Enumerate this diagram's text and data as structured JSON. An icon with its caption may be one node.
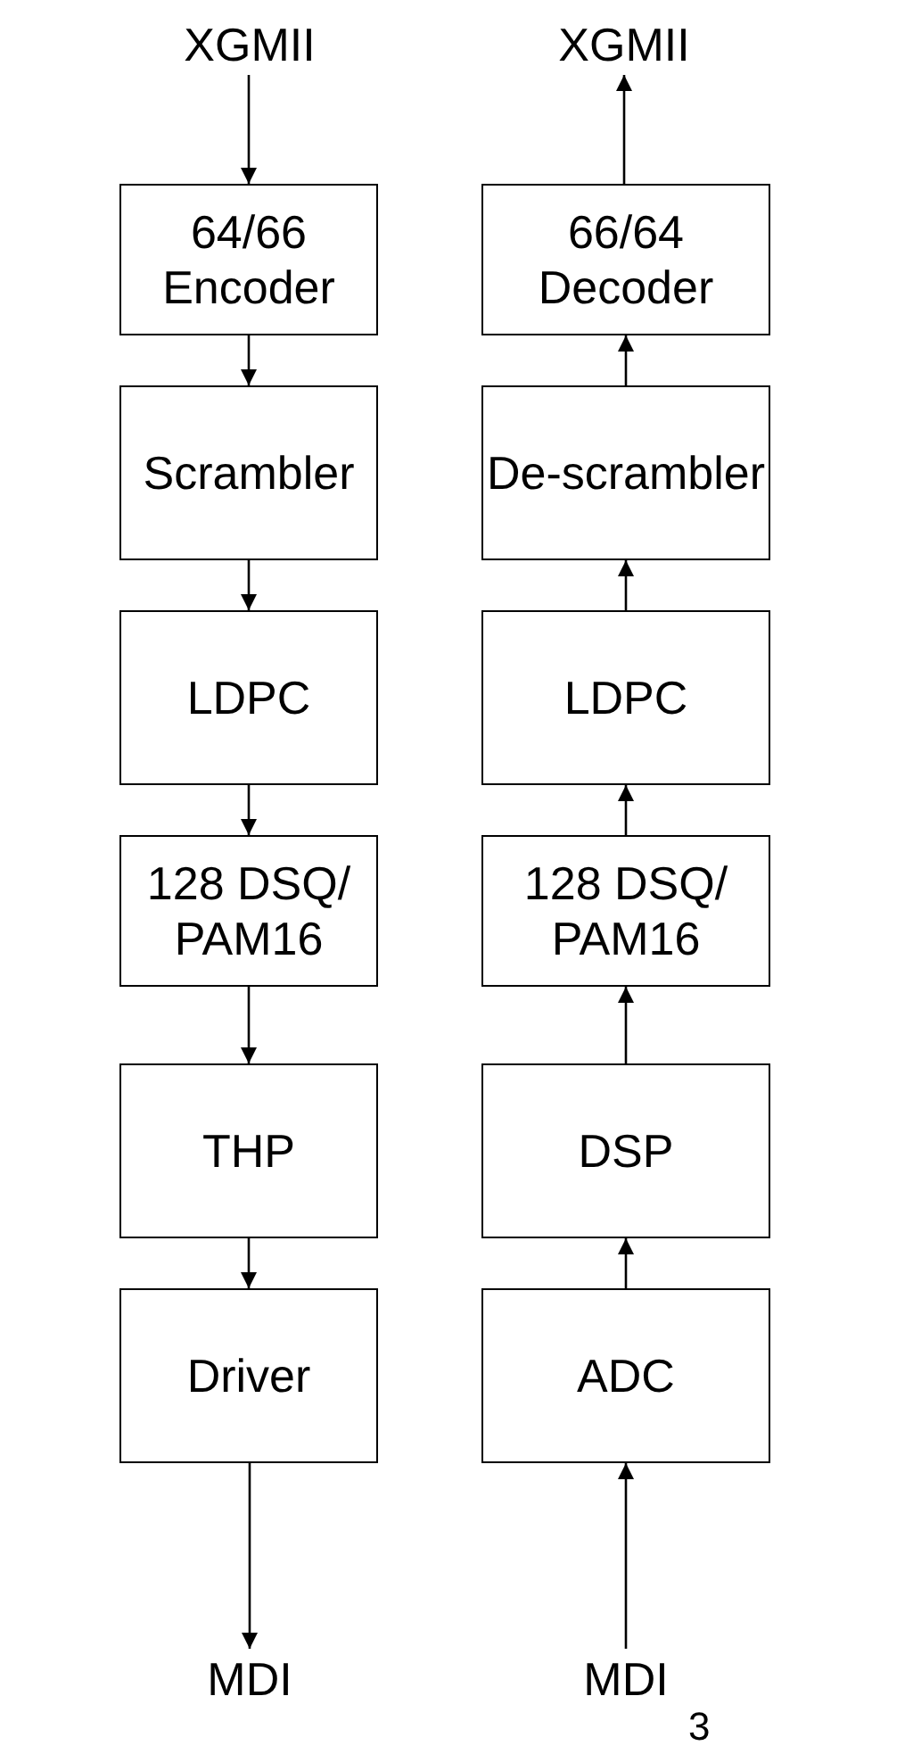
{
  "diagram": {
    "nodes": [
      {
        "text": [
          "XGMII"
        ]
      },
      {
        "text": [
          "64/66 Encoder"
        ]
      },
      {
        "text": [
          "Scrambler"
        ]
      },
      {
        "text": [
          "LDPC"
        ]
      },
      {
        "text": [
          "128 DSQ/ PAM16"
        ]
      },
      {
        "text": [
          "THP"
        ]
      },
      {
        "text": [
          "Driver"
        ]
      },
      {
        "text": [
          "MDI"
        ]
      },
      {
        "text": [
          "XGMII"
        ]
      },
      {
        "text": [
          "66/64 Decoder"
        ]
      },
      {
        "text": [
          "De-scrambler"
        ]
      },
      {
        "text": [
          "LDPC"
        ]
      },
      {
        "text": [
          "128 DSQ/ PAM16"
        ]
      },
      {
        "text": [
          "DSP"
        ]
      },
      {
        "text": [
          "ADC"
        ]
      },
      {
        "text": [
          "MDI"
        ]
      }
    ],
    "edges": [
      {
        "from": 0,
        "to": 1,
        "arrow": "to"
      },
      {
        "from": 1,
        "to": 2,
        "arrow": "to"
      },
      {
        "from": 2,
        "to": 3,
        "arrow": "to"
      },
      {
        "from": 3,
        "to": 4,
        "arrow": "to"
      },
      {
        "from": 4,
        "to": 5,
        "arrow": "to"
      },
      {
        "from": 5,
        "to": 6,
        "arrow": "to"
      },
      {
        "from": 6,
        "to": 7,
        "arrow": "to"
      },
      {
        "from": 15,
        "to": 14,
        "arrow": "to"
      },
      {
        "from": 14,
        "to": 13,
        "arrow": "to"
      },
      {
        "from": 13,
        "to": 12,
        "arrow": "to"
      },
      {
        "from": 12,
        "to": 11,
        "arrow": "to"
      },
      {
        "from": 11,
        "to": 10,
        "arrow": "to"
      },
      {
        "from": 10,
        "to": 9,
        "arrow": "to"
      },
      {
        "from": 9,
        "to": 8,
        "arrow": "to"
      }
    ],
    "labels": [
      "3"
    ]
  }
}
